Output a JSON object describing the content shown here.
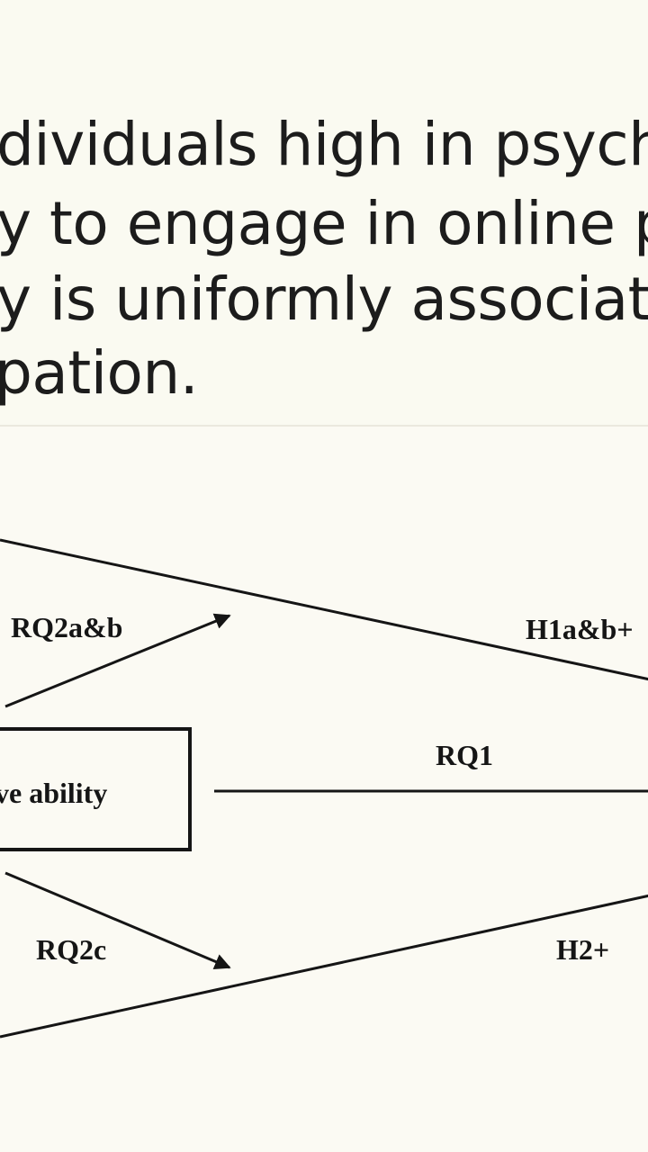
{
  "text": {
    "lines": [
      "dividuals high in psycho",
      "y to engage in online p",
      "y is uniformly associate",
      "pation."
    ]
  },
  "diagram": {
    "box_label": "ve ability",
    "labels": {
      "rq2ab": "RQ2a&b",
      "h1ab": "H1a&b+",
      "rq1": "RQ1",
      "rq2c": "RQ2c",
      "h2": "H2+"
    }
  }
}
